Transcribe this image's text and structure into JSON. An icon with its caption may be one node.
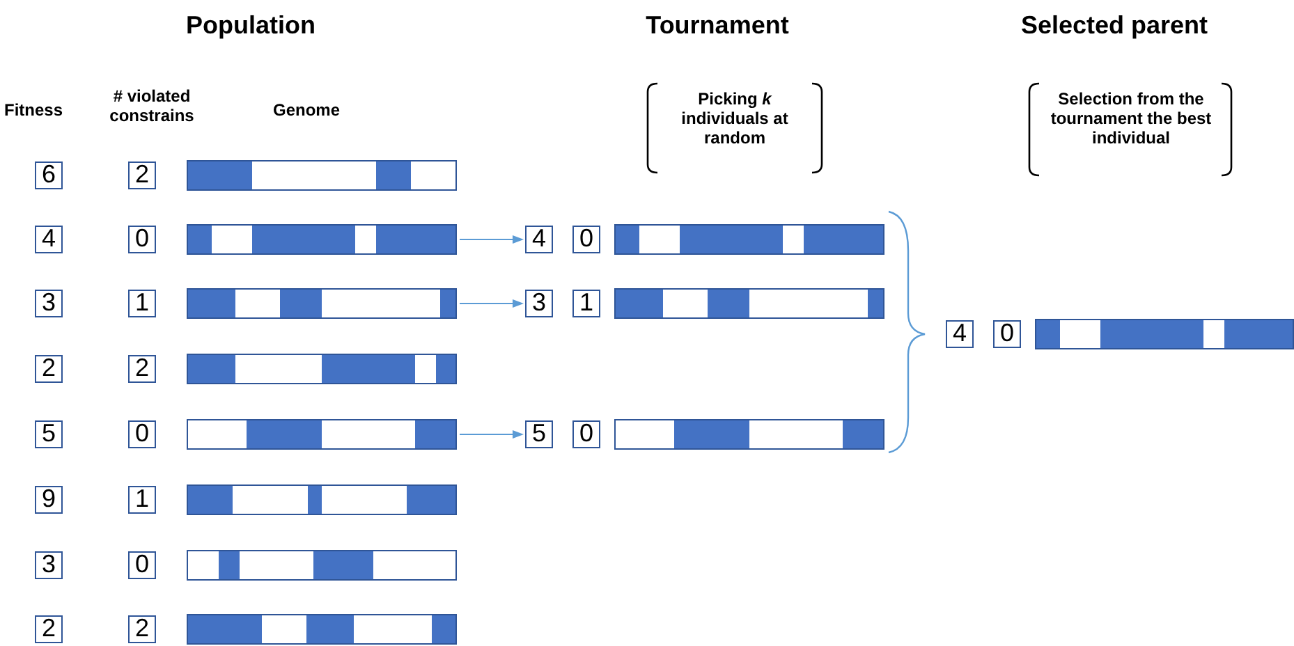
{
  "diagram": {
    "nodes": [
      {
        "text": [
          "6"
        ]
      },
      {
        "text": [
          "2"
        ]
      },
      {
        "text": [],
        "shape": "bar"
      },
      {
        "text": [
          "4"
        ]
      },
      {
        "text": [
          "0"
        ]
      },
      {
        "text": [],
        "shape": "bar"
      },
      {
        "text": [
          "3"
        ]
      },
      {
        "text": [
          "1"
        ]
      },
      {
        "text": [],
        "shape": "bar"
      },
      {
        "text": [
          "2"
        ]
      },
      {
        "text": [
          "2"
        ]
      },
      {
        "text": [],
        "shape": "bar"
      },
      {
        "text": [
          "5"
        ]
      },
      {
        "text": [
          "0"
        ]
      },
      {
        "text": [],
        "shape": "bar"
      },
      {
        "text": [
          "9"
        ]
      },
      {
        "text": [
          "1"
        ]
      },
      {
        "text": [],
        "shape": "bar"
      },
      {
        "text": [
          "3"
        ]
      },
      {
        "text": [
          "0"
        ]
      },
      {
        "text": [],
        "shape": "bar"
      },
      {
        "text": [
          "2"
        ]
      },
      {
        "text": [
          "2"
        ]
      },
      {
        "text": [],
        "shape": "bar"
      },
      {
        "text": [
          "4"
        ]
      },
      {
        "text": [
          "0"
        ]
      },
      {
        "text": [],
        "shape": "bar"
      },
      {
        "text": [
          "3"
        ]
      },
      {
        "text": [
          "1"
        ]
      },
      {
        "text": [],
        "shape": "bar"
      },
      {
        "text": [
          "5"
        ]
      },
      {
        "text": [
          "0"
        ]
      },
      {
        "text": [],
        "shape": "bar"
      },
      {
        "text": [
          "4"
        ]
      },
      {
        "text": [
          "0"
        ]
      },
      {
        "text": [],
        "shape": "bar"
      }
    ],
    "edges": [
      {
        "from": 5,
        "to": 24,
        "arrow": "to"
      },
      {
        "from": 8,
        "to": 27,
        "arrow": "to"
      },
      {
        "from": 14,
        "to": 30,
        "arrow": "to"
      }
    ],
    "labels": [
      "Population",
      "Tournament",
      "Selected parent",
      "Fitness",
      "# violated constrains",
      "Genome",
      "Picking *k* individuals at random",
      "Selection from the tournament the best individual"
    ]
  }
}
